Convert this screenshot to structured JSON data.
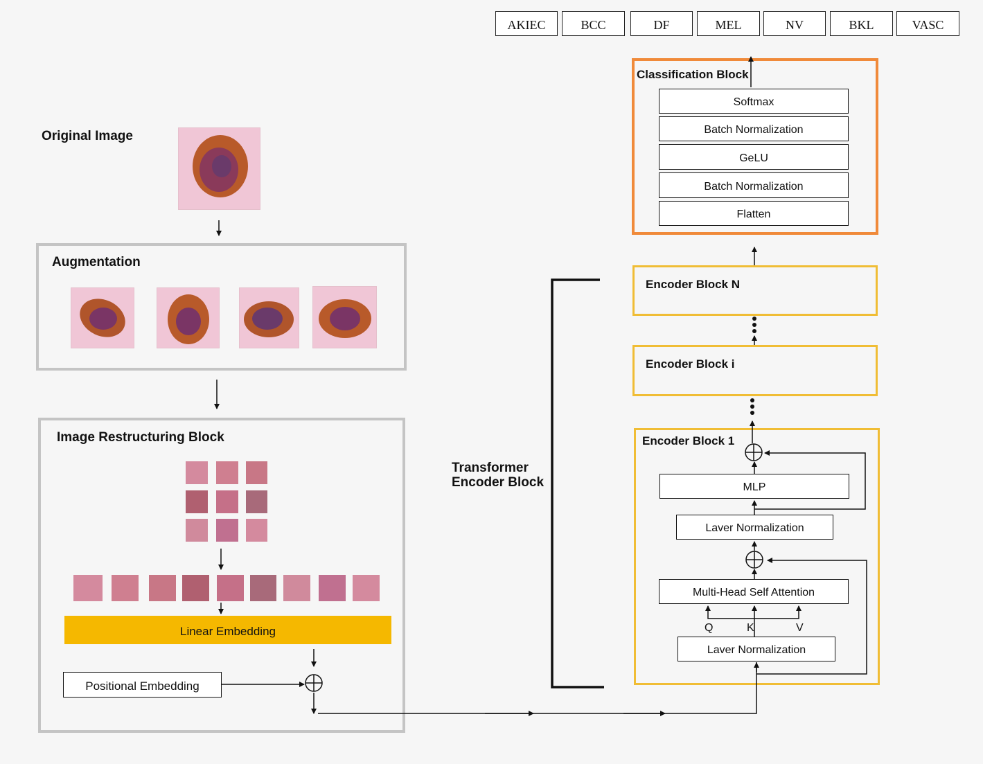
{
  "classes": [
    "AKIEC",
    "BCC",
    "DF",
    "MEL",
    "NV",
    "BKL",
    "VASC"
  ],
  "left": {
    "original_image_label": "Original Image",
    "augmentation_label": "Augmentation",
    "restructuring_label": "Image Restructuring Block",
    "linear_embedding": "Linear Embedding",
    "positional_embedding": "Positional Embedding"
  },
  "transformer_label_line1": "Transformer",
  "transformer_label_line2": "Encoder Block",
  "classification": {
    "title": "Classification Block",
    "layers": [
      "Softmax",
      "Batch Normalization",
      "GeLU",
      "Batch Normalization",
      "Flatten"
    ]
  },
  "encoders": {
    "n": "Encoder Block N",
    "i": "Encoder Block i",
    "first": "Encoder Block 1",
    "mlp": "MLP",
    "layer_norm_top": "Laver Normalization",
    "mhsa": "Multi-Head Self Attention",
    "layer_norm_bottom": "Laver Normalization",
    "q": "Q",
    "k": "K",
    "v": "V"
  },
  "colors": {
    "linear_embedding_fill": "#f5b800",
    "encoder_border": "#f0bd35",
    "classification_border": "#f08a3a",
    "panel_border": "#c4c4c4"
  }
}
